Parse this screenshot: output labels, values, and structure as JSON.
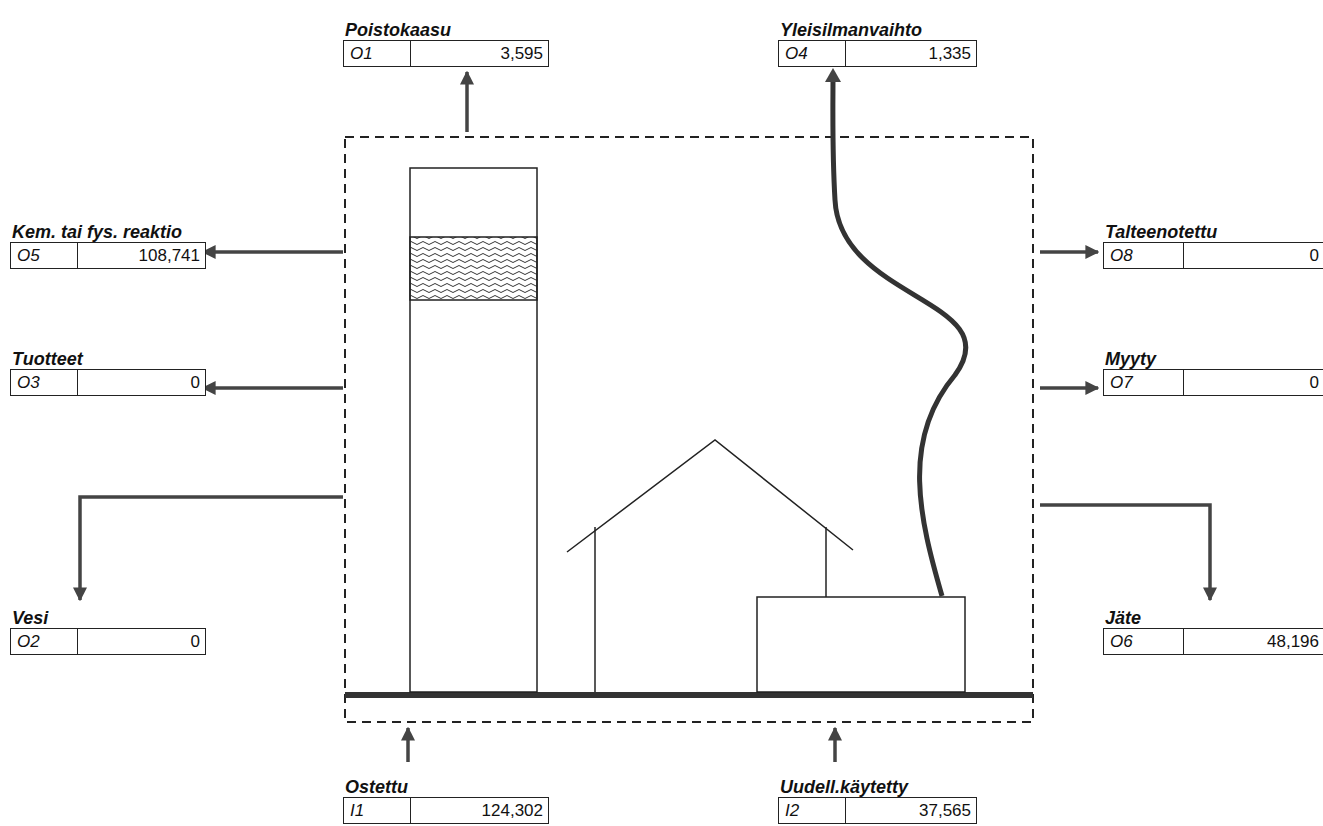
{
  "diagram": {
    "nodes": [
      {
        "text": [
          "Poistokaasu",
          "O1",
          "3,595"
        ]
      },
      {
        "text": [
          "Yleisilmanvaihto",
          "O4",
          "1,335"
        ]
      },
      {
        "text": [
          "Kem. tai fys. reaktio",
          "O5",
          "108,741"
        ]
      },
      {
        "text": [
          "Talteenotettu",
          "O8",
          "0"
        ]
      },
      {
        "text": [
          "Tuotteet",
          "O3",
          "0"
        ]
      },
      {
        "text": [
          "Myyty",
          "O7",
          "0"
        ]
      },
      {
        "text": [
          "Vesi",
          "O2",
          "0"
        ]
      },
      {
        "text": [
          "Jäte",
          "O6",
          "48,196"
        ]
      },
      {
        "text": [
          "Ostettu",
          "I1",
          "124,302"
        ]
      },
      {
        "text": [
          "Uudell.käytetty",
          "I2",
          "37,565"
        ]
      }
    ]
  }
}
